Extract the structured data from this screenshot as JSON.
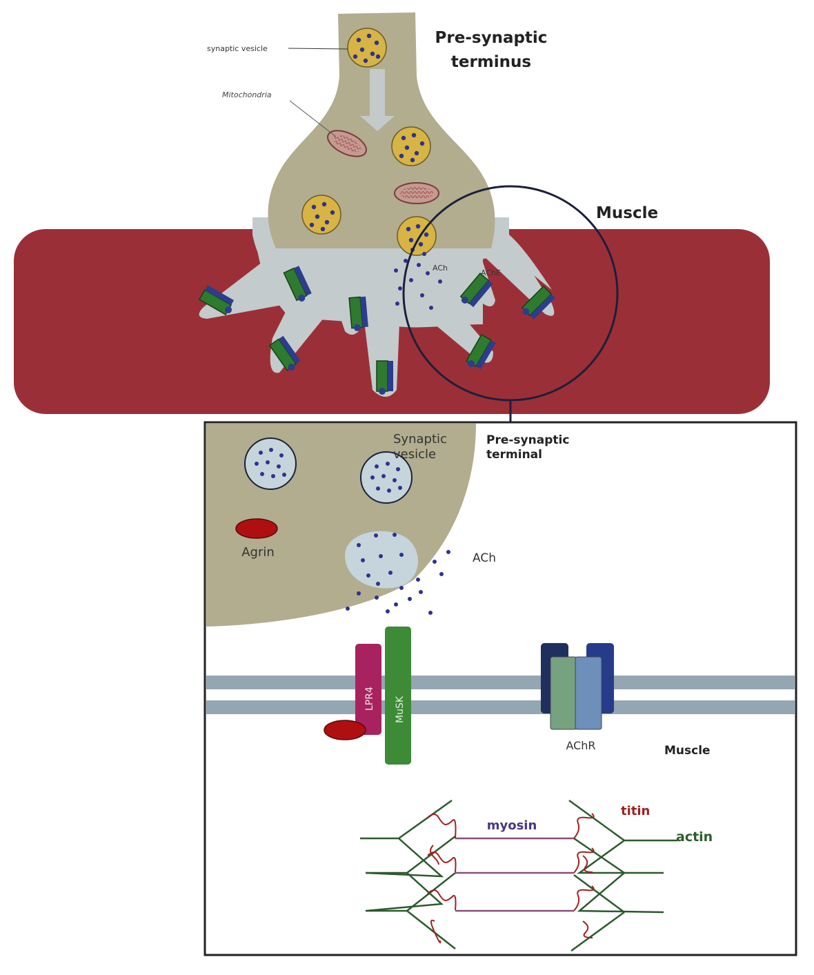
{
  "labels": {
    "synaptic_vesicle_top": "synaptic vesicle",
    "mitochondria": "Mitochondria",
    "presynaptic_terminus": [
      "Pre-synaptic",
      "terminus"
    ],
    "muscle_top": "Muscle",
    "ach_top": "ACh",
    "ache": "AChE",
    "synaptic_vesicle_inset": [
      "Synaptic",
      "vesicle"
    ],
    "presynaptic_terminal": [
      "Pre-synaptic",
      "terminal"
    ],
    "agrin": "Agrin",
    "ach_inset": "ACh",
    "lpr4": "LPR4",
    "musk": "MuSK",
    "achr": "AChR",
    "muscle_inset": "Muscle",
    "titin": "titin",
    "myosin": "myosin",
    "actin": "actin"
  },
  "colors": {
    "muscle": "#9b2f37",
    "terminal": "#b1ad8e",
    "cleft": "#c3cbcc",
    "vesicle": "#d7b443",
    "dot": "#2e3290",
    "receptor_green": "#2e7a2f",
    "receptor_blue": "#2c3d8c",
    "agrin": "#b00f12",
    "lpr4": "#a8225f",
    "musk": "#3d8a37",
    "membrane": "#95a6b3",
    "titin": "#a31f1f",
    "myosin": "#8a4d7c",
    "actin": "#2c5a2c",
    "titin_label": "#9e1f1f",
    "myosin_label": "#4b3586",
    "actin_label": "#2b5e2b"
  }
}
